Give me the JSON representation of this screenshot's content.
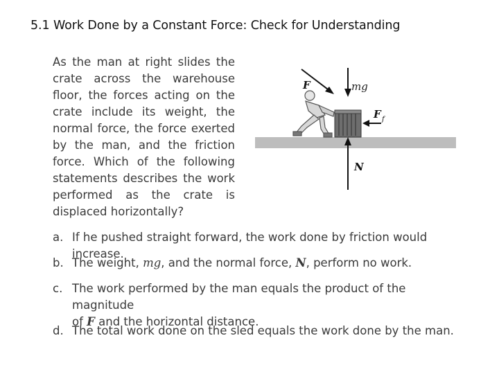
{
  "title": "5.1 Work Done by a Constant Force: Check for Understanding",
  "question": "As the man at right slides the crate across the warehouse floor, the forces acting on the crate include its weight, the normal force, the force exerted by the man, and the friction force. Which of the following statements describes the work performed as the crate is displaced horizontally?",
  "diagram": {
    "label_F": "F",
    "label_mg": "mg",
    "label_Ff": "F",
    "label_Ff_sub": "f",
    "label_N": "N"
  },
  "options": {
    "a": {
      "letter": "a.",
      "text": "If he pushed straight forward, the work done by friction would increase."
    },
    "b": {
      "letter": "b.",
      "pre": "The weight, ",
      "sym1": "mg",
      "mid": ", and the normal force, ",
      "sym2": "N",
      "post": ", perform no work."
    },
    "c": {
      "letter": "c.",
      "line1": "The work performed by the man equals the product of the magnitude",
      "pre2": "of ",
      "sym": "F",
      "post2": " and the horizontal distance."
    },
    "d": {
      "letter": "d.",
      "text": "The total work done on the sled equals the work done by the man."
    }
  }
}
